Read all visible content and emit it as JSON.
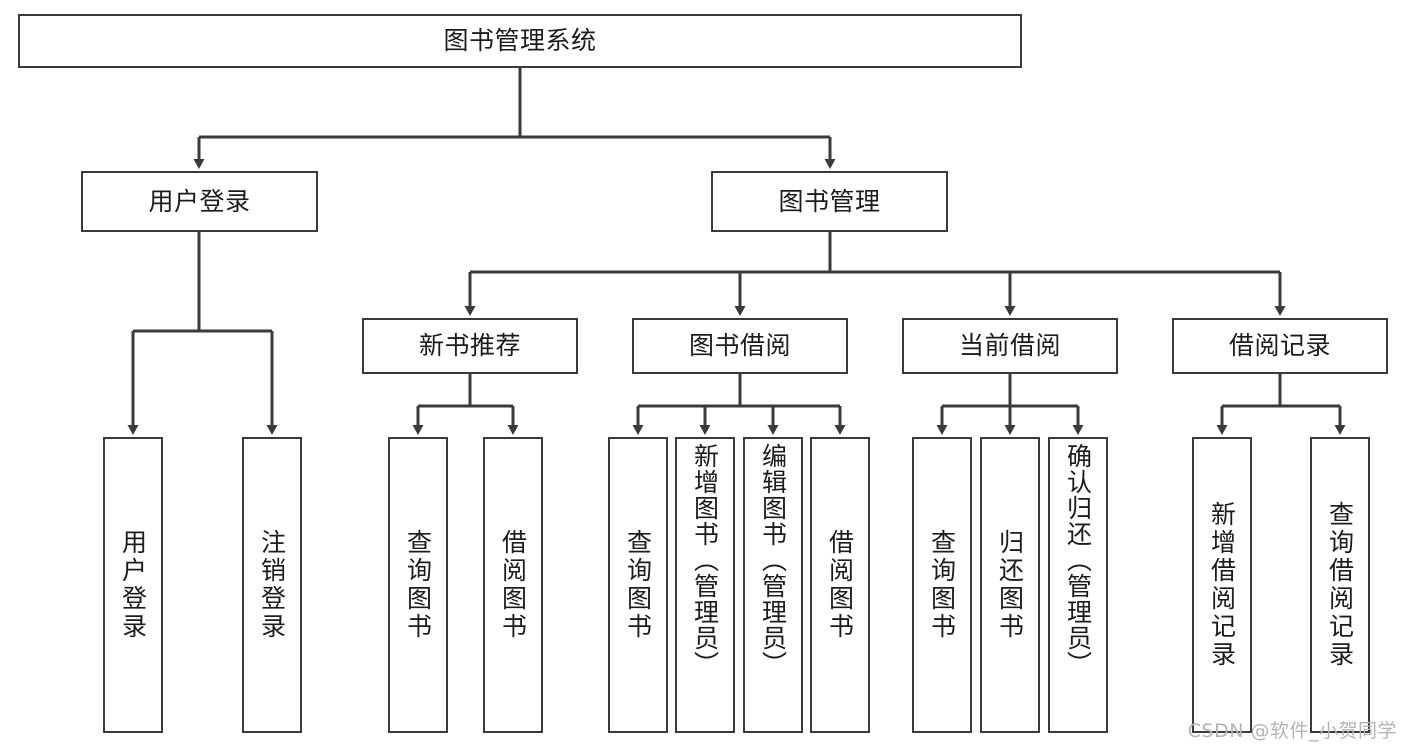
{
  "diagram": {
    "title": "图书管理系统",
    "type": "tree-hierarchy-chart",
    "root": {
      "id": "root",
      "label": "图书管理系统"
    },
    "level2": [
      {
        "id": "user-login",
        "label": "用户登录"
      },
      {
        "id": "book-admin",
        "label": "图书管理"
      }
    ],
    "level3": [
      {
        "id": "new-book-rec",
        "label": "新书推荐"
      },
      {
        "id": "book-borrow",
        "label": "图书借阅"
      },
      {
        "id": "current-borrow",
        "label": "当前借阅"
      },
      {
        "id": "borrow-record",
        "label": "借阅记录"
      }
    ],
    "leaves": [
      {
        "id": "leaf-user-login",
        "label": "用户登录",
        "parent": "user-login"
      },
      {
        "id": "leaf-user-logout",
        "label": "注销登录",
        "parent": "user-login"
      },
      {
        "id": "leaf-query-book-1",
        "label": "查询图书",
        "parent": "new-book-rec"
      },
      {
        "id": "leaf-borrow-book-1",
        "label": "借阅图书",
        "parent": "new-book-rec"
      },
      {
        "id": "leaf-query-book-2",
        "label": "查询图书",
        "parent": "book-borrow"
      },
      {
        "id": "leaf-add-book",
        "label": "新增图书（管理员）",
        "parent": "book-borrow"
      },
      {
        "id": "leaf-edit-book",
        "label": "编辑图书（管理员）",
        "parent": "book-borrow"
      },
      {
        "id": "leaf-borrow-book-2",
        "label": "借阅图书",
        "parent": "book-borrow"
      },
      {
        "id": "leaf-query-book-3",
        "label": "查询图书",
        "parent": "current-borrow"
      },
      {
        "id": "leaf-return-book",
        "label": "归还图书",
        "parent": "current-borrow"
      },
      {
        "id": "leaf-confirm-return",
        "label": "确认归还（管理员）",
        "parent": "current-borrow"
      },
      {
        "id": "leaf-add-record",
        "label": "新增借阅记录",
        "parent": "borrow-record"
      },
      {
        "id": "leaf-query-record",
        "label": "查询借阅记录",
        "parent": "borrow-record"
      }
    ],
    "watermark": "CSDN @软件_小贺同学",
    "colors": {
      "stroke": "#3a3a3a",
      "fill": "#ffffff",
      "text": "#1c1c1c",
      "watermark": "#b4b4b4"
    }
  }
}
